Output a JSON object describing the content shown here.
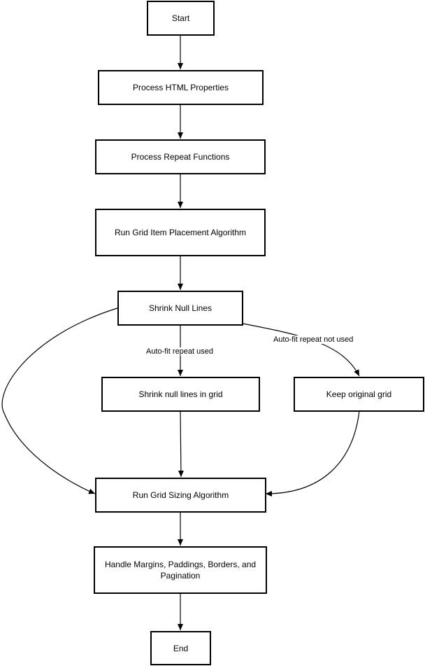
{
  "nodes": {
    "start": "Start",
    "process_html": "Process HTML Properties",
    "process_repeat": "Process Repeat Functions",
    "placement": "Run Grid Item Placement Algorithm",
    "shrink_null": "Shrink Null Lines",
    "shrink_grid": "Shrink null lines in grid",
    "keep_grid": "Keep original grid",
    "sizing": "Run Grid Sizing Algorithm",
    "margins": "Handle Margins, Paddings, Borders, and Pagination",
    "end": "End"
  },
  "edge_labels": {
    "autofit_used": "Auto-fit repeat used",
    "autofit_not_used": "Auto-fit repeat not used"
  }
}
